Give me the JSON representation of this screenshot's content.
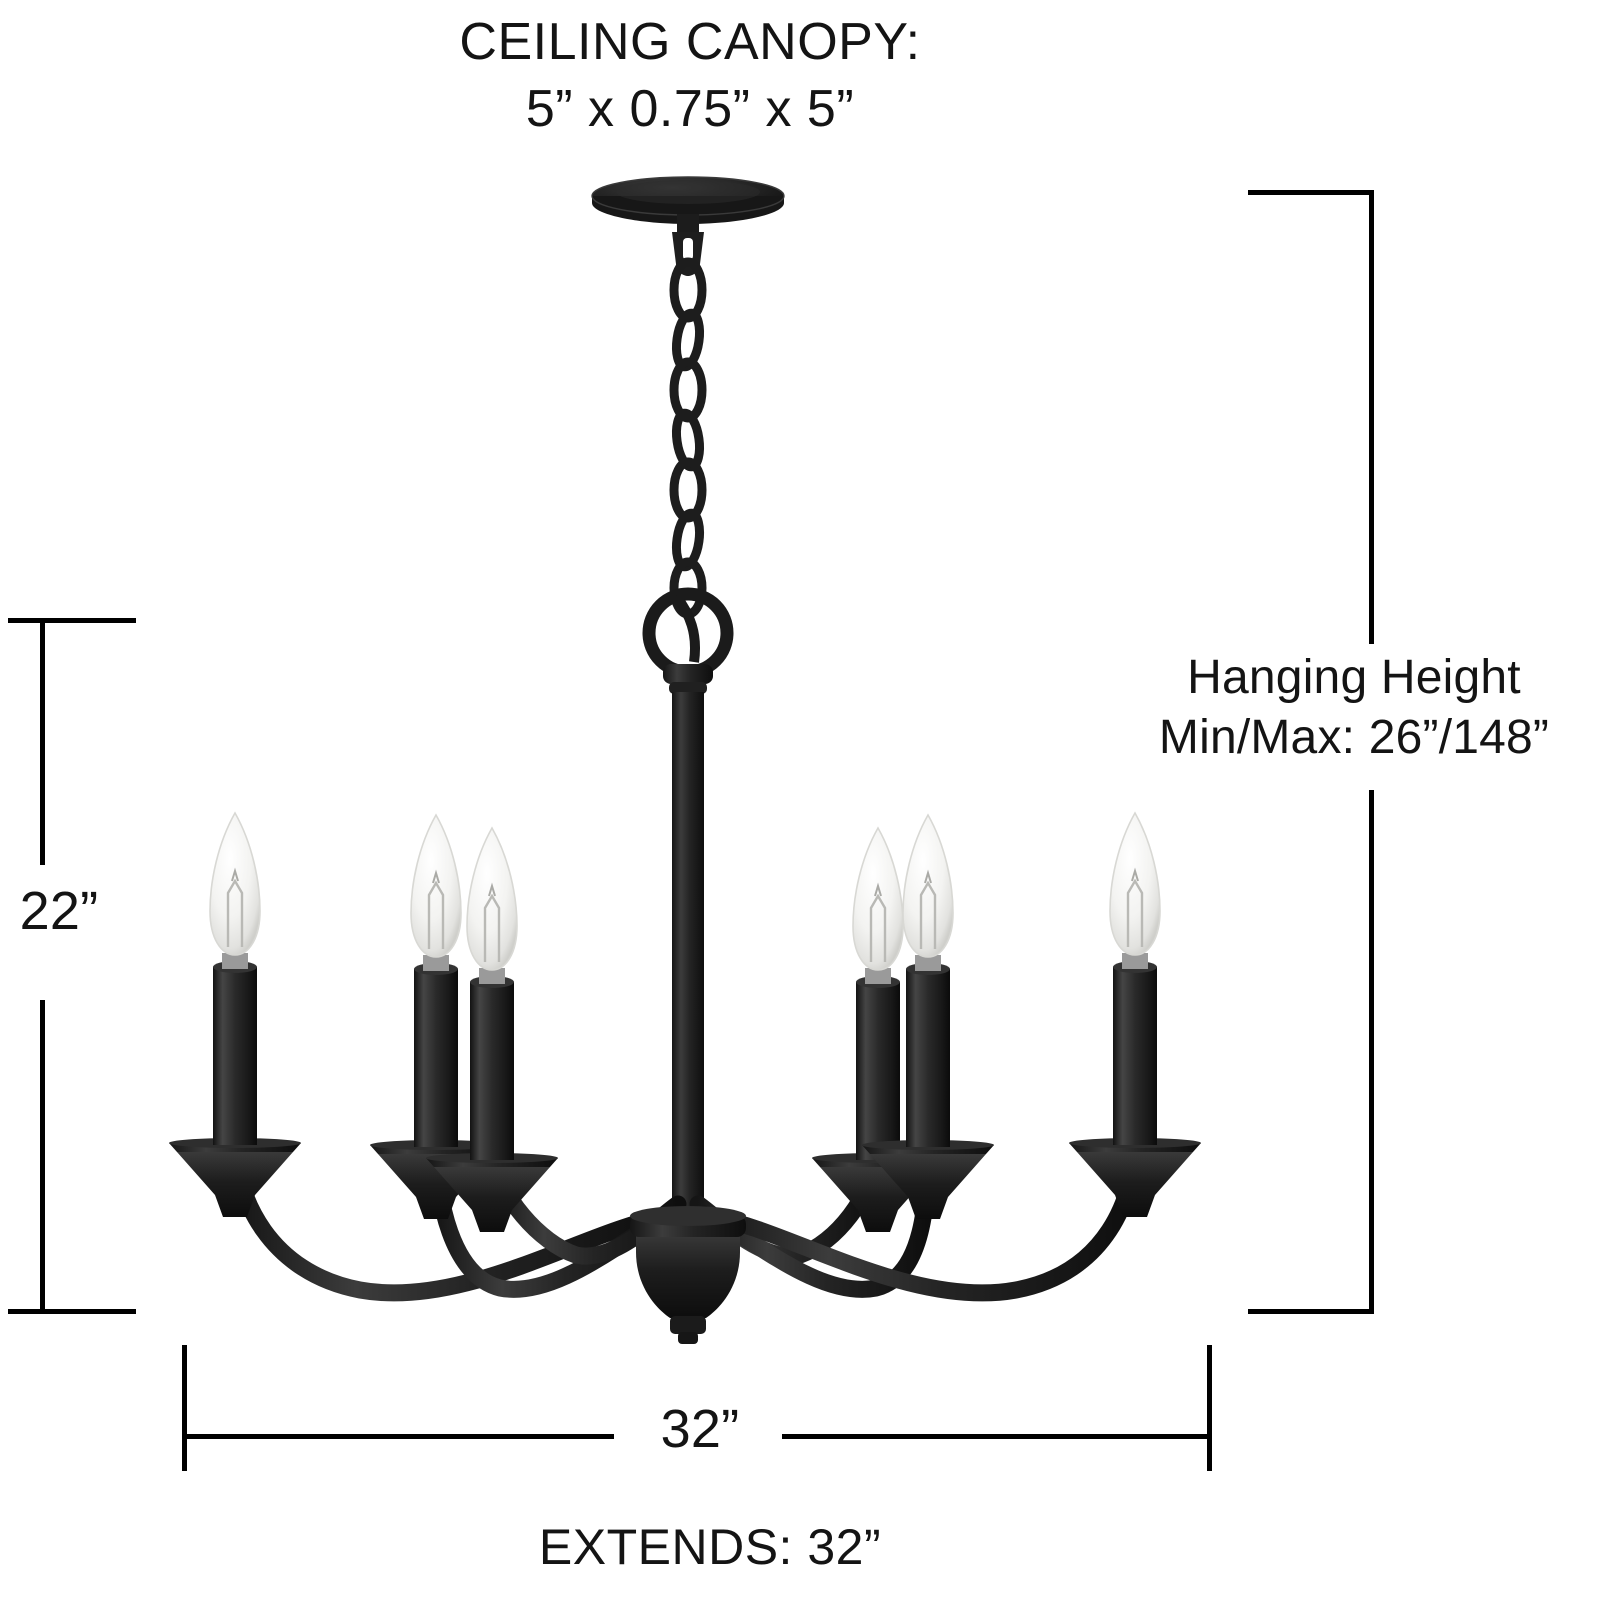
{
  "page": {
    "background": "#ffffff",
    "ink": "#141414"
  },
  "annotations": {
    "canopy": {
      "line1": "CEILING CANOPY:",
      "line2": "5” x 0.75” x 5”"
    },
    "hanging_height": {
      "line1": "Hanging Height",
      "line2": "Min/Max: 26”/148”"
    },
    "extends": "EXTENDS: 32”",
    "height_dimension": "22”",
    "width_dimension": "32”"
  },
  "fixture": {
    "name": "six-light-candle-chandelier",
    "finish_color": "#1b1b1b",
    "finish_highlight": "#4a4a4a",
    "bulb_color": "#f4f4f2",
    "parts": {
      "canopy": "ceiling-canopy-disc",
      "chain": "hanging-chain",
      "ring": "connector-ring",
      "downrod": "center-downrod",
      "body": "center-body-hub",
      "arms": "curved-candle-arms",
      "candles": "candle-sleeves",
      "bobeches": "bobeche-drip-plates",
      "bulbs": "flame-tip-bulbs"
    },
    "light_count": 6
  }
}
